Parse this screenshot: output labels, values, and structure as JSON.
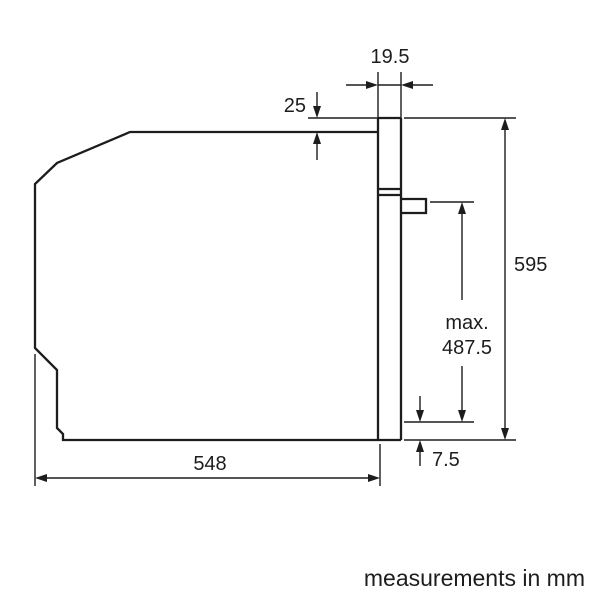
{
  "diagram": {
    "type": "appliance-dimension-drawing",
    "subject": "built-in oven side profile",
    "note": "measurements in mm",
    "colors": {
      "line": "#1d1d1b",
      "background": "#ffffff"
    },
    "labels": {
      "panel_depth": "19.5",
      "top_overhang": "25",
      "total_height": "595",
      "max_prefix": "max.",
      "max_value": "487.5",
      "bottom_offset": "7.5",
      "depth": "548"
    }
  }
}
